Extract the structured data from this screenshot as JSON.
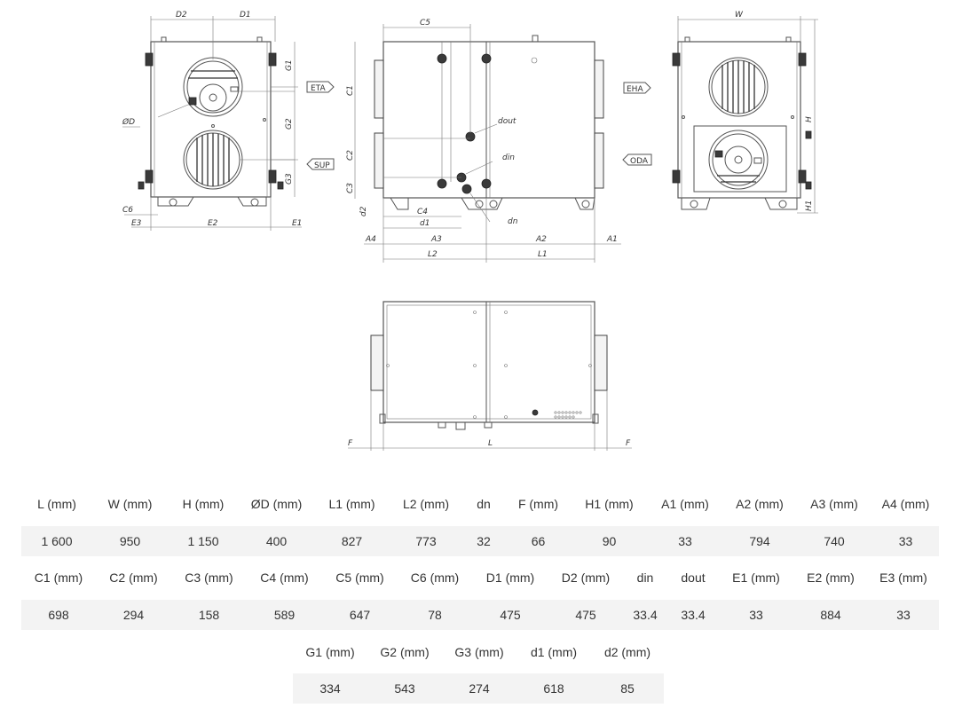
{
  "drawing": {
    "front": {
      "dims": [
        "D2",
        "D1",
        "G1",
        "G2",
        "G3",
        "C6",
        "E3",
        "E2",
        "E1"
      ],
      "diameter": "ØD",
      "ports": [
        "ETA",
        "SUP"
      ]
    },
    "side": {
      "dims": [
        "C5",
        "C1",
        "C2",
        "C3",
        "d2",
        "C4",
        "d1",
        "A4",
        "A3",
        "A2",
        "A1",
        "L2",
        "L1"
      ],
      "pipes": [
        "dout",
        "din",
        "dn"
      ],
      "ports": [
        "EHA",
        "ODA"
      ]
    },
    "back": {
      "dims": [
        "W",
        "H",
        "H1"
      ]
    },
    "top": {
      "dims": [
        "F",
        "L",
        "F"
      ]
    }
  },
  "specs": {
    "row1": {
      "headers": [
        "L (mm)",
        "W (mm)",
        "H (mm)",
        "ØD (mm)",
        "L1 (mm)",
        "L2 (mm)",
        "dn",
        "F (mm)",
        "H1 (mm)",
        "A1 (mm)",
        "A2 (mm)",
        "A3 (mm)",
        "A4 (mm)"
      ],
      "values": [
        "1 600",
        "950",
        "1 150",
        "400",
        "827",
        "773",
        "32",
        "66",
        "90",
        "33",
        "794",
        "740",
        "33"
      ]
    },
    "row2": {
      "headers": [
        "C1 (mm)",
        "C2 (mm)",
        "C3 (mm)",
        "C4 (mm)",
        "C5 (mm)",
        "C6 (mm)",
        "D1 (mm)",
        "D2 (mm)",
        "din",
        "dout",
        "E1 (mm)",
        "E2 (mm)",
        "E3 (mm)"
      ],
      "values": [
        "698",
        "294",
        "158",
        "589",
        "647",
        "78",
        "475",
        "475",
        "33.4",
        "33.4",
        "33",
        "884",
        "33"
      ]
    },
    "row3": {
      "headers": [
        "G1 (mm)",
        "G2 (mm)",
        "G3 (mm)",
        "d1 (mm)",
        "d2 (mm)"
      ],
      "values": [
        "334",
        "543",
        "274",
        "618",
        "85"
      ]
    }
  }
}
